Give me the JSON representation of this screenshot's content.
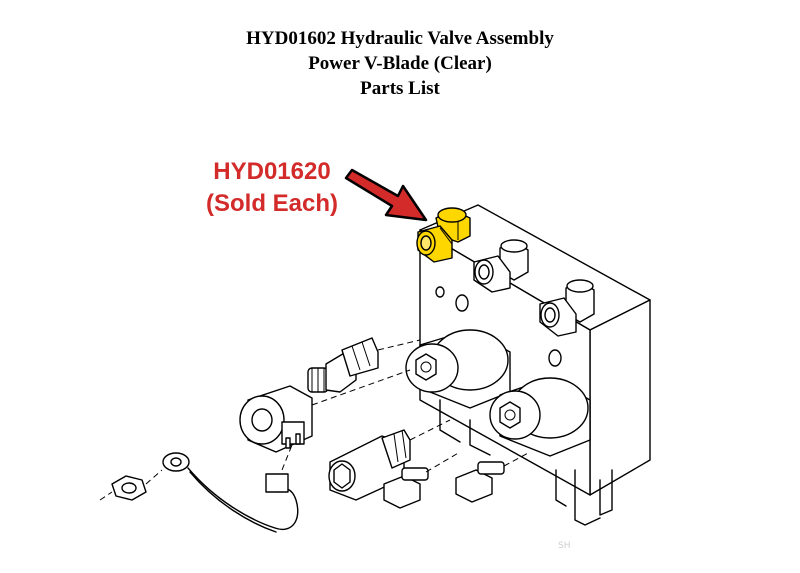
{
  "title": {
    "line1": "HYD01602 Hydraulic Valve Assembly",
    "line2": "Power V-Blade (Clear)",
    "line3": "Parts List"
  },
  "callout": {
    "part_number": "HYD01620",
    "note": "(Sold Each)",
    "color": "#d32a2a"
  },
  "highlight_color": "#ffd700",
  "watermark": "SH"
}
